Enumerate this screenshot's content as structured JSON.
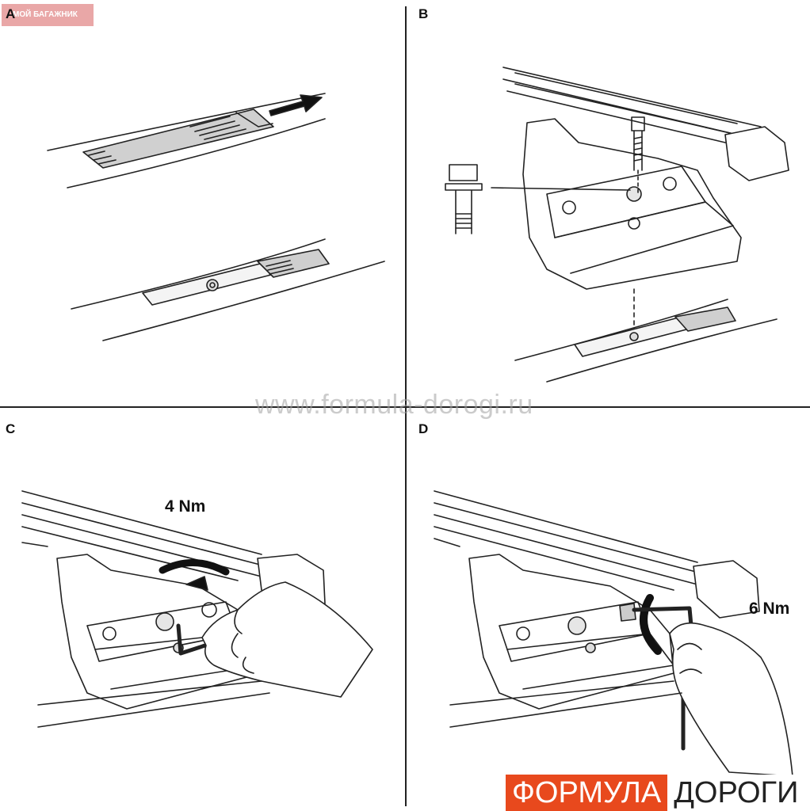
{
  "badge": "МОЙ БАГАЖНИК",
  "panels": {
    "a": {
      "label": "A"
    },
    "b": {
      "label": "B"
    },
    "c": {
      "label": "C",
      "torque": "4 Nm"
    },
    "d": {
      "label": "D",
      "torque": "6 Nm"
    }
  },
  "watermark": "www.formula-dorogi.ru",
  "brand": {
    "part1": "ФОРМУЛА",
    "part2": "ДОРОГИ",
    "accent": "#e8491d"
  }
}
